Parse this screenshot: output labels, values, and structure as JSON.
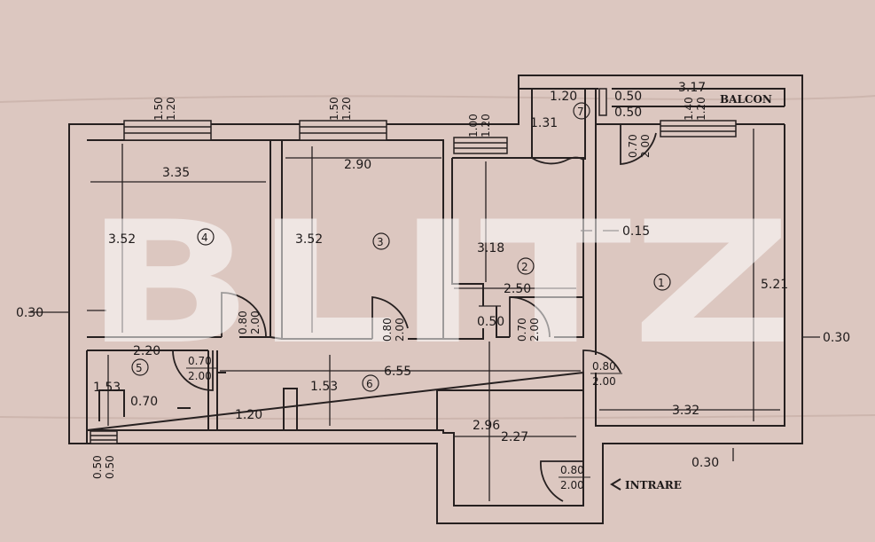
{
  "watermark": "BLITZ",
  "labels": {
    "balcon": "BALCON",
    "intrare": "INTRARE"
  },
  "rooms": {
    "r1": "1",
    "r2": "2",
    "r3": "3",
    "r4": "4",
    "r5": "5",
    "r6": "6",
    "r7": "7"
  },
  "dimensions": {
    "room4_width": "3.35",
    "room4_height": "3.52",
    "room3_width": "2.90",
    "room3_height": "3.52",
    "room2_height": "3.18",
    "room2_width": "2.50",
    "room1_height": "5.21",
    "room1_width": "3.32",
    "wall_015": "0.15",
    "wall_left": "0.30",
    "wall_right": "0.30",
    "wall_bottom_right": "0.30",
    "hall_length": "6.55",
    "hall_height": "1.53",
    "hall_bottom_width": "1.20",
    "room5_width": "2.20",
    "room5_height": "1.53",
    "room5_inner": "0.70",
    "entry_depth": "2.96",
    "entry_width": "2.27",
    "niche": "0.50",
    "balcon_width": "3.17",
    "room7_width": "1.20",
    "room7_height": "1.31",
    "win_top_a": "0.50",
    "win_top_b": "0.50"
  },
  "windows": {
    "w4": [
      "1.50",
      "1.20"
    ],
    "w3": [
      "1.50",
      "1.20"
    ],
    "w2": [
      "1.00",
      "1.20"
    ],
    "w1": [
      "1.40",
      "1.20"
    ],
    "w5": [
      "0.50",
      "0.50"
    ]
  },
  "doors": {
    "d4": [
      "0.80",
      "2.00"
    ],
    "d3": [
      "0.80",
      "2.00"
    ],
    "d2": [
      "0.70",
      "2.00"
    ],
    "d1": [
      "0.80",
      "2.00"
    ],
    "d5": [
      "0.70",
      "2.00"
    ],
    "d_balcon": [
      "0.70",
      "2.00"
    ],
    "d_intrare": [
      "0.80",
      "2.00"
    ]
  }
}
